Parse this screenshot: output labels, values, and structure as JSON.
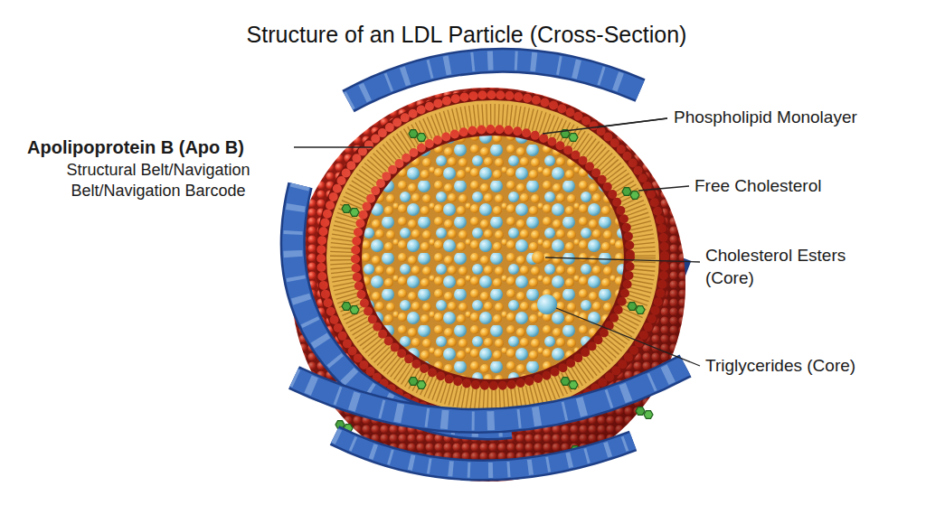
{
  "diagram": {
    "title": "Structure of an LDL Particle (Cross-Section)",
    "labels": [
      "Apolipoprotein B (Apo B)",
      "Structural Belt/Navigation Belt/Navigation Barcode",
      "Phospholipid Monolayer",
      "Free Cholesterol",
      "Cholesterol Esters (Core)",
      "Triglycerides (Core)"
    ]
  }
}
